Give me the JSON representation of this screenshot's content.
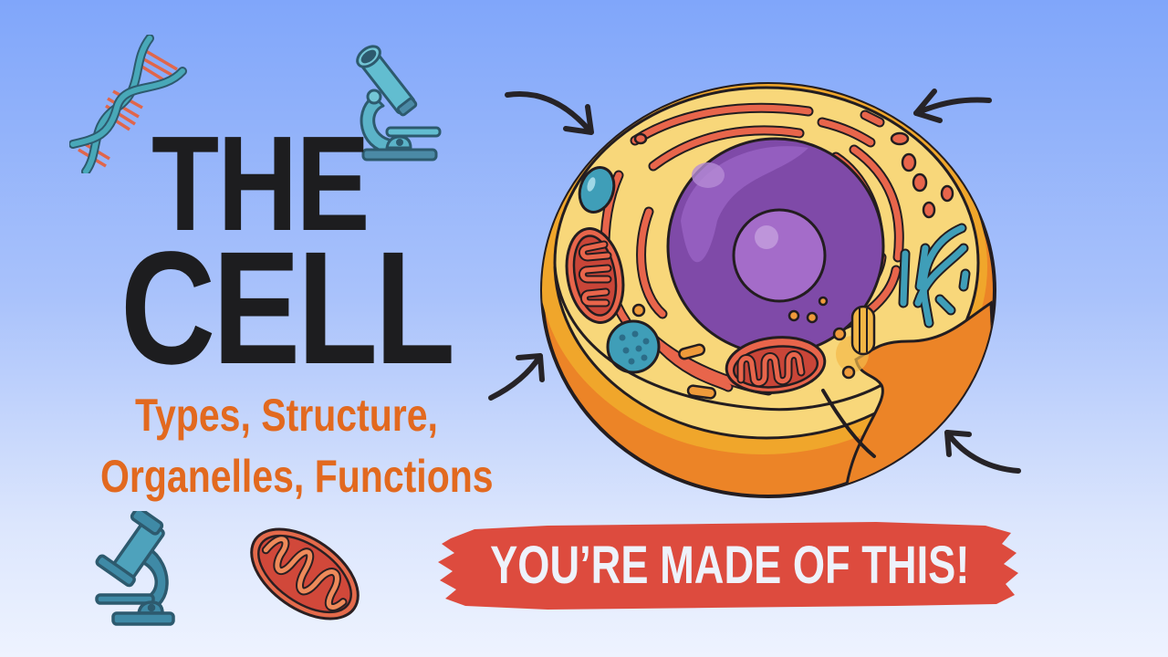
{
  "title": {
    "line1": "THE",
    "line2": "CELL"
  },
  "subtitle": {
    "line1": "Types, Structure,",
    "line2": "Organelles, Functions"
  },
  "banner": {
    "text": "YOU’RE MADE OF THIS!"
  },
  "icons": [
    {
      "name": "dna-icon"
    },
    {
      "name": "microscope-icon"
    },
    {
      "name": "microscope-icon"
    },
    {
      "name": "mitochondrion-icon"
    },
    {
      "name": "animal-cell-illustration"
    },
    {
      "name": "arrow-icon"
    }
  ],
  "colors": {
    "background_top": "#80a6fa",
    "background_bottom": "#eef3ff",
    "title": "#1d1d1f",
    "subtitle": "#e2691f",
    "banner": "#dd4b3e",
    "banner_text": "#eef2fb",
    "cytoplasm": "#f8d77a",
    "membrane": "#f0a62b",
    "cell_side": "#ec8427",
    "nucleus": "#8b55b3",
    "nucleolus": "#a46cc9",
    "er": "#e8654b",
    "teal": "#3f9eb8"
  }
}
